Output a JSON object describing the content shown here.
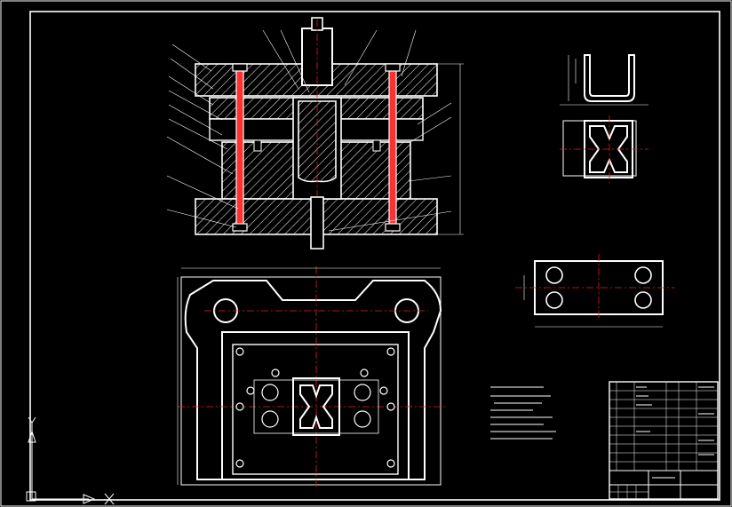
{
  "drawing": {
    "title": "",
    "view_labels": {
      "part_top": "",
      "strip": ""
    },
    "tech_notes": {
      "heading": "",
      "lines": []
    },
    "colors": {
      "background": "#000000",
      "line": "#ffffff",
      "centerline": "#e02020",
      "rod": "#ff3030"
    },
    "ucs_icon": {
      "x_label": "X",
      "y_label": "Y"
    },
    "title_block": {
      "rows": 13
    }
  }
}
